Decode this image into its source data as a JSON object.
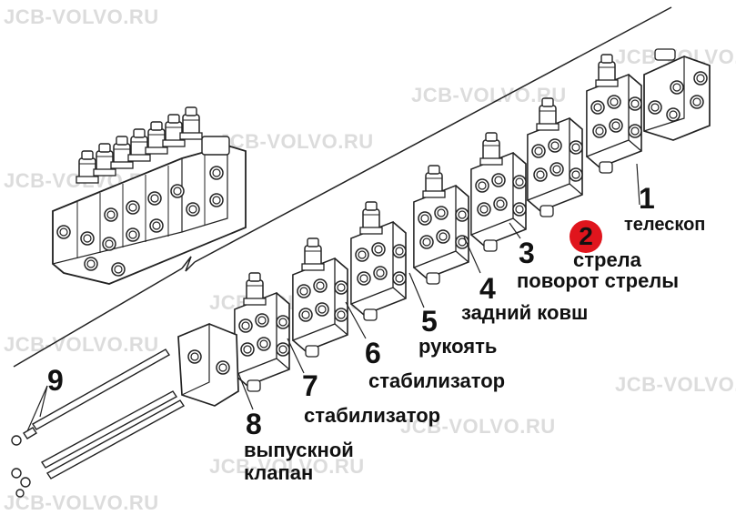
{
  "watermark": "JCB-VOLVO.RU",
  "callouts": [
    {
      "number": "1",
      "label": "телескоп"
    },
    {
      "number": "2",
      "label": "стрела",
      "highlighted": true
    },
    {
      "number": "3",
      "label": "поворот стрелы"
    },
    {
      "number": "4",
      "label": "задний ковш"
    },
    {
      "number": "5",
      "label": "рукоять"
    },
    {
      "number": "6",
      "label": "стабилизатор"
    },
    {
      "number": "7",
      "label": "стабилизатор"
    },
    {
      "number": "8",
      "label": "выпускной клапан"
    },
    {
      "number": "9",
      "label": ""
    }
  ],
  "colors": {
    "badge": "#e0151d",
    "ink": "#111111",
    "watermark": "#dcdcdc"
  }
}
